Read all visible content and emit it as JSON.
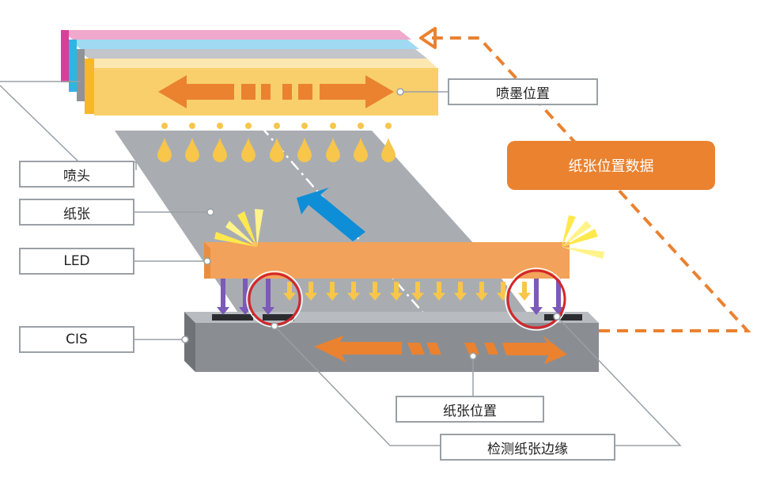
{
  "labels": {
    "nozzle": "喷头",
    "paper": "纸张",
    "led": "LED",
    "cis": "CIS",
    "ink_position": "喷墨位置",
    "paper_position_data": "纸张位置数据",
    "paper_position": "纸张位置",
    "edge_detect": "检测纸张边缘"
  },
  "colors": {
    "nozzle_yellow": "#f9cf6c",
    "nozzle_stripes": [
      "#d6409a",
      "#f0a8cc",
      "#2fb5e3",
      "#8f9398",
      "#f6b729"
    ],
    "paper_gray": "#a9adb2",
    "led_orange": "#f2a25a",
    "cis_gray": "#8a8e93",
    "arrow_orange": "#ea8230",
    "arrow_blue": "#0f8ed8",
    "beam_purple": "#7b5ab8",
    "beam_yellow": "#f7c64a",
    "ring_red": "#d4262b",
    "leader_gray": "#9aa0a6"
  },
  "icons": {
    "ink_drop": "ink-drop-icon",
    "double_arrow": "double-arrow-icon",
    "flow_arrow": "paper-flow-arrow-icon",
    "burst": "light-burst-icon"
  }
}
